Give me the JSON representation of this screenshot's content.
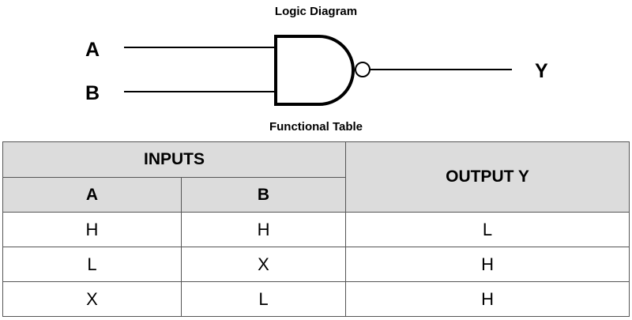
{
  "diagram": {
    "title": "Logic Diagram",
    "gate_type": "nand-gate",
    "inputs": [
      "A",
      "B"
    ],
    "output": "Y"
  },
  "table": {
    "title": "Functional Table",
    "group_header": "INPUTS",
    "output_header": "OUTPUT Y",
    "columns": [
      "A",
      "B"
    ],
    "rows": [
      [
        "H",
        "H",
        "L"
      ],
      [
        "L",
        "X",
        "H"
      ],
      [
        "X",
        "L",
        "H"
      ]
    ]
  }
}
